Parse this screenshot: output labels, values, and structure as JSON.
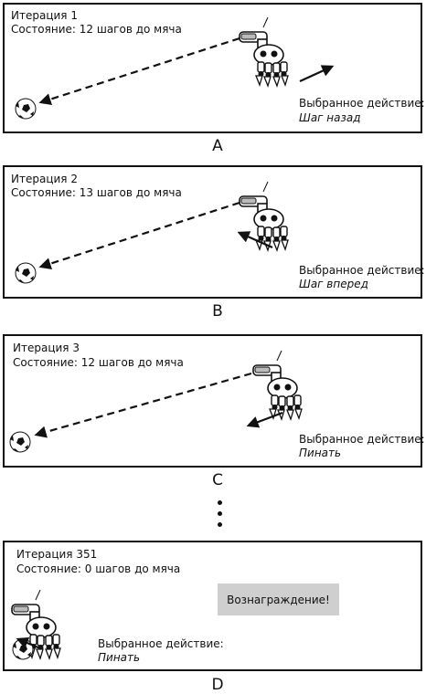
{
  "panels": [
    {
      "id": "A",
      "iteration": "Итерация 1",
      "state": "Состояние: 12 шагов до мяча",
      "action_label": "Выбранное действие:",
      "action": "Шаг назад",
      "caption": "A"
    },
    {
      "id": "B",
      "iteration": "Итерация 2",
      "state": "Состояние: 13 шагов до мяча",
      "action_label": "Выбранное действие:",
      "action": "Шаг вперед",
      "caption": "B"
    },
    {
      "id": "C",
      "iteration": "Итерация 3",
      "state": "Состояние: 12 шагов до мяча",
      "action_label": "Выбранное действие:",
      "action": "Пинать",
      "caption": "C"
    },
    {
      "id": "D",
      "iteration": "Итерация 351",
      "state": "Состояние: 0 шагов до мяча",
      "action_label": "Выбранное действие:",
      "action": "Пинать",
      "caption": "D",
      "reward": "Вознаграждение!"
    }
  ],
  "icons": [
    "soccer-ball-icon",
    "robot-dog-icon"
  ]
}
